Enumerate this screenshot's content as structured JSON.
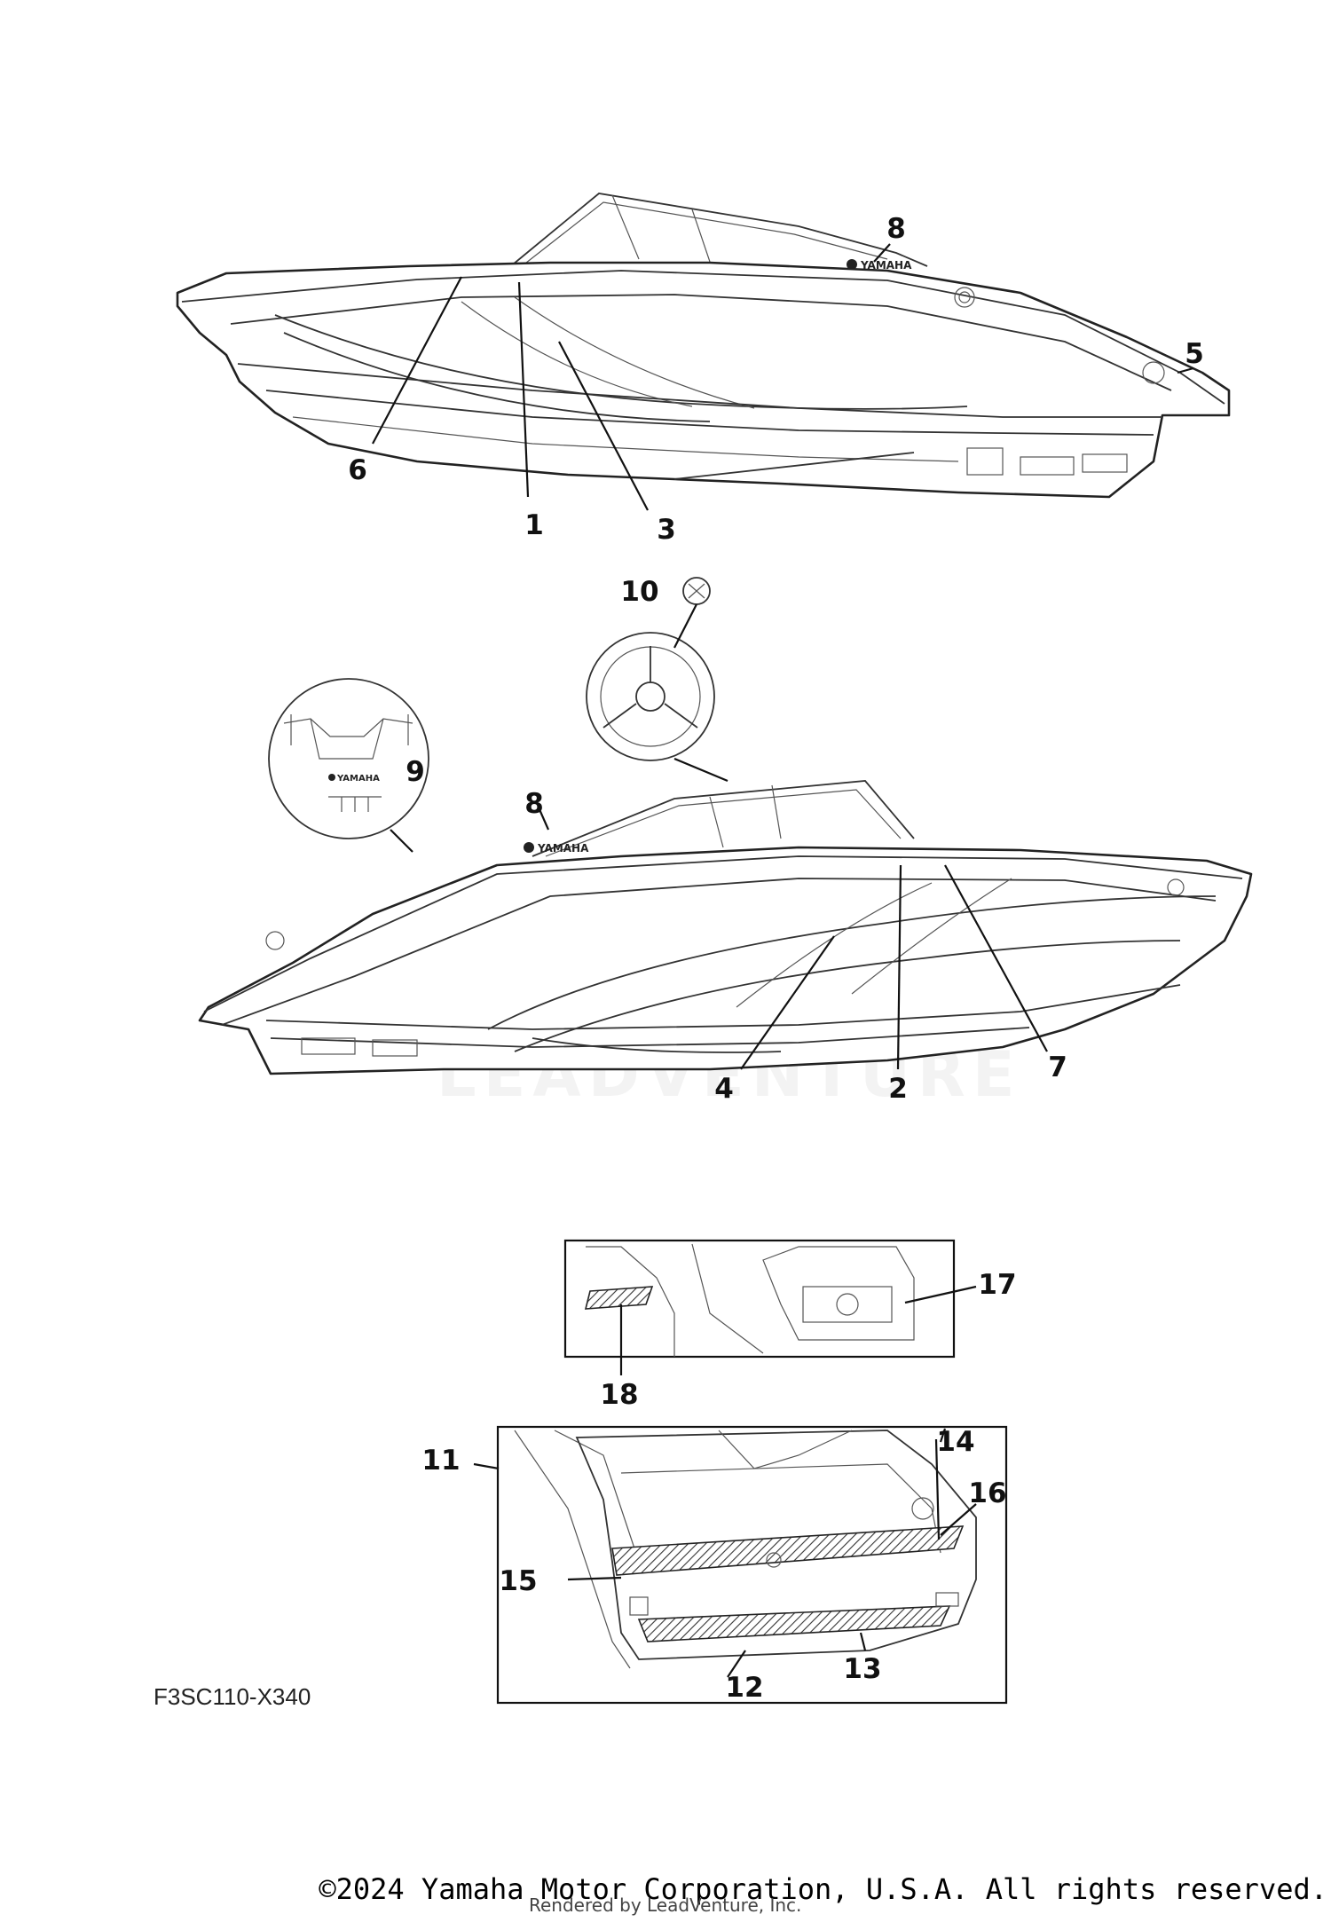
{
  "diagram": {
    "callouts": [
      "1",
      "2",
      "3",
      "4",
      "5",
      "6",
      "7",
      "8",
      "8",
      "9",
      "10",
      "11",
      "12",
      "13",
      "14",
      "15",
      "16",
      "17",
      "18"
    ],
    "badge_text": "YAMAHA",
    "watermark_text": "LEADVENTURE",
    "code": "F3SC110-X340"
  },
  "footer": {
    "copyright": "©2024 Yamaha Motor Corporation, U.S.A. All rights reserved.",
    "rendered_by": "Rendered by LeadVenture, Inc."
  }
}
